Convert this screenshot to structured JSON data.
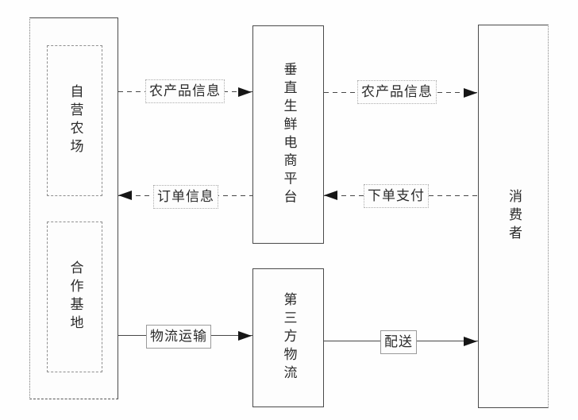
{
  "diagram_title": "vertical-fresh-ecommerce-logistics-flow",
  "nodes": {
    "farm": {
      "label": "自营农场"
    },
    "base": {
      "label": "合作基地"
    },
    "platform": {
      "label": "垂直生鲜电商平台"
    },
    "logistics": {
      "label": "第三方物流"
    },
    "consumer": {
      "label": "消费者"
    }
  },
  "edges": {
    "product_info_left": {
      "label": "农产品信息",
      "from": "farm/base",
      "to": "platform",
      "style": "dashed",
      "direction": "right"
    },
    "product_info_right": {
      "label": "农产品信息",
      "from": "platform",
      "to": "consumer",
      "style": "dashed",
      "direction": "right"
    },
    "order_payment": {
      "label": "下单支付",
      "from": "consumer",
      "to": "platform",
      "style": "dashed",
      "direction": "left"
    },
    "order_info": {
      "label": "订单信息",
      "from": "platform",
      "to": "farm/base",
      "style": "dashed",
      "direction": "left"
    },
    "logistics_transport": {
      "label": "物流运输",
      "from": "farm/base",
      "to": "logistics",
      "style": "solid",
      "direction": "right"
    },
    "delivery": {
      "label": "配送",
      "from": "logistics",
      "to": "consumer",
      "style": "solid",
      "direction": "right"
    }
  },
  "colors": {
    "background": "#fefefe",
    "box_border": "#4a4a4a",
    "dashed_inner_border": "#8f8f8f",
    "line": "#474747",
    "arrowhead": "#161616",
    "text": "#2a2a2a",
    "label_border": "#adadad"
  }
}
